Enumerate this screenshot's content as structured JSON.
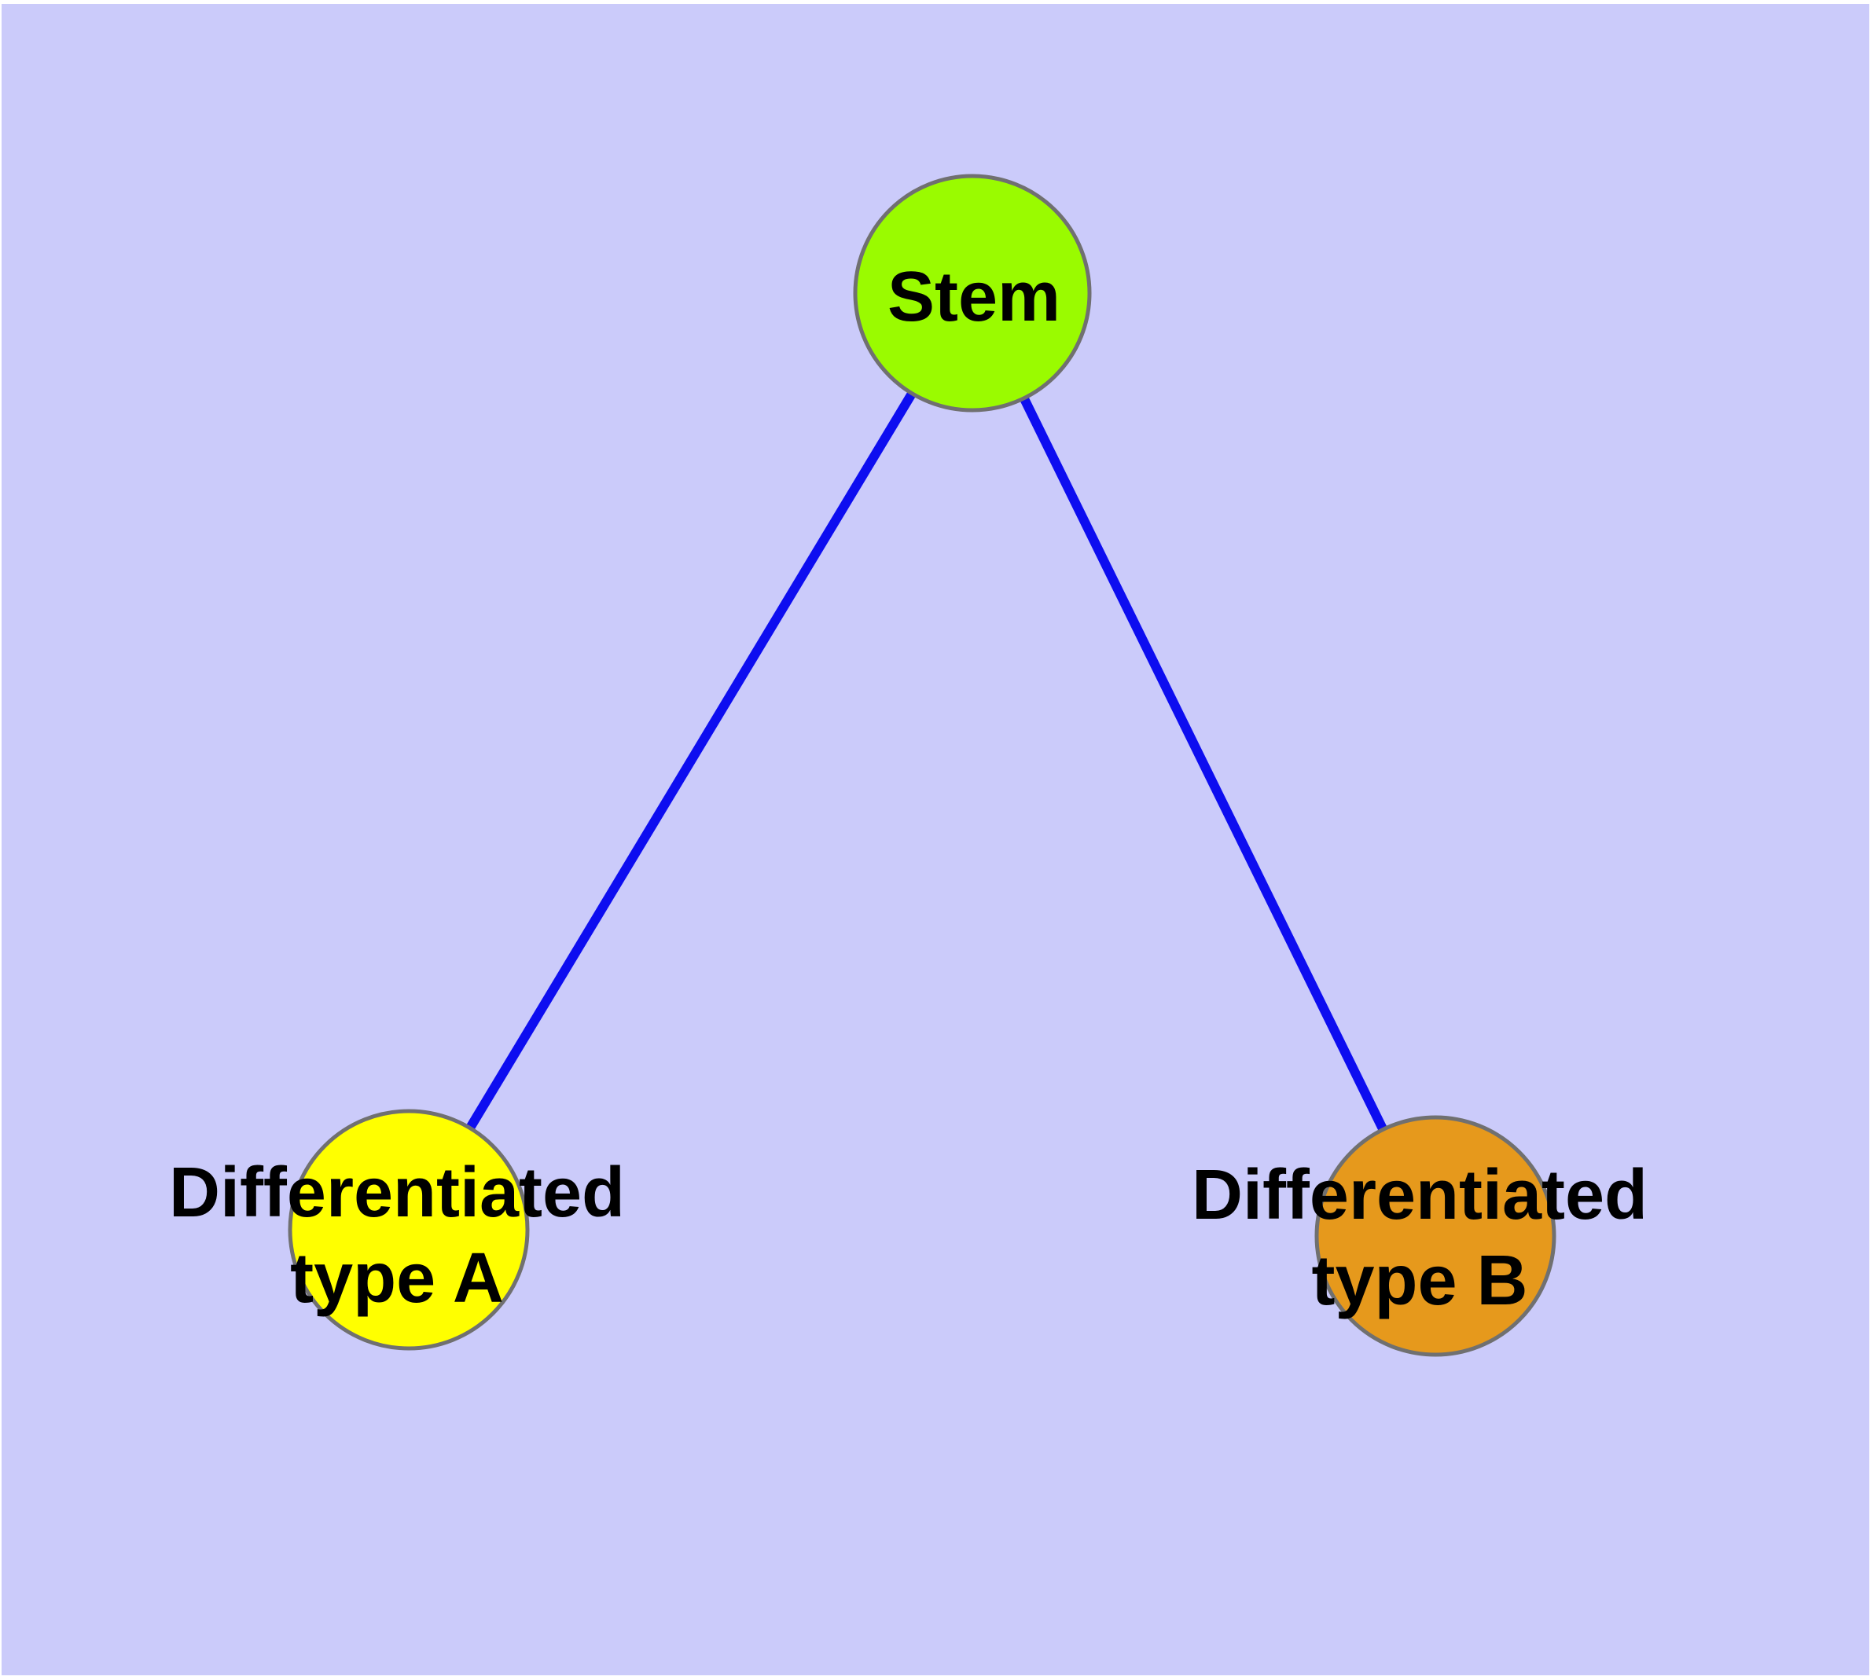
{
  "canvas": {
    "page_background": "#ffffff",
    "background_color": "#cbcbfa"
  },
  "text_color": "#000000",
  "edge_style": {
    "color": "#0d0df0",
    "width": "12"
  },
  "node_style": {
    "border_width": "5"
  },
  "nodes": {
    "stem": {
      "label": "Stem",
      "fill": "#9afb00",
      "stroke": "#707070"
    },
    "type_a": {
      "label_lines": [
        "Differentiated",
        "type A"
      ],
      "fill": "#ffff00",
      "stroke": "#707070"
    },
    "type_b": {
      "label_lines": [
        "Differentiated",
        "type B"
      ],
      "fill": "#e6991c",
      "stroke": "#707070"
    }
  },
  "edges": [
    {
      "from": "Stem",
      "to": "Differentiated type A"
    },
    {
      "from": "Stem",
      "to": "Differentiated type B"
    }
  ]
}
